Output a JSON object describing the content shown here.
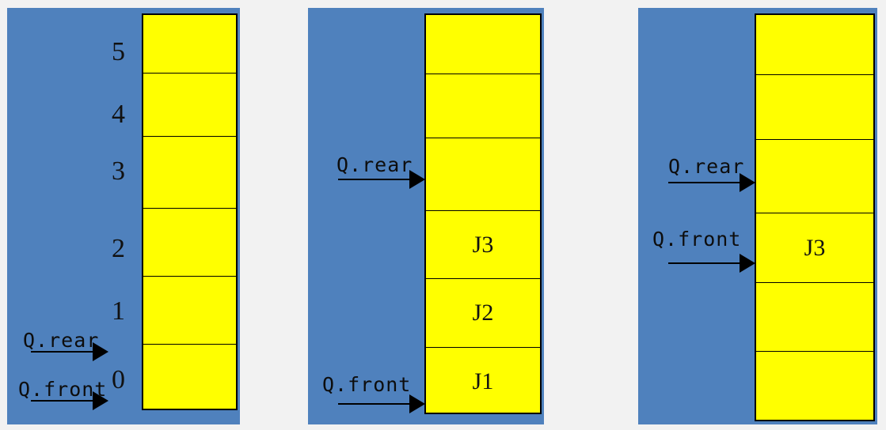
{
  "diagrams": [
    {
      "index_labels": [
        "5",
        "4",
        "3",
        "2",
        "1",
        "0"
      ],
      "cells": [
        "",
        "",
        "",
        "",
        "",
        ""
      ],
      "pointers": {
        "rear": "Q.rear",
        "front": "Q.front"
      }
    },
    {
      "cells": [
        "",
        "",
        "",
        "J3",
        "J2",
        "J1"
      ],
      "pointers": {
        "rear": "Q.rear",
        "front": "Q.front"
      }
    },
    {
      "cells": [
        "",
        "",
        "",
        "J3",
        "",
        ""
      ],
      "pointers": {
        "rear": "Q.rear",
        "front": "Q.front"
      }
    }
  ]
}
